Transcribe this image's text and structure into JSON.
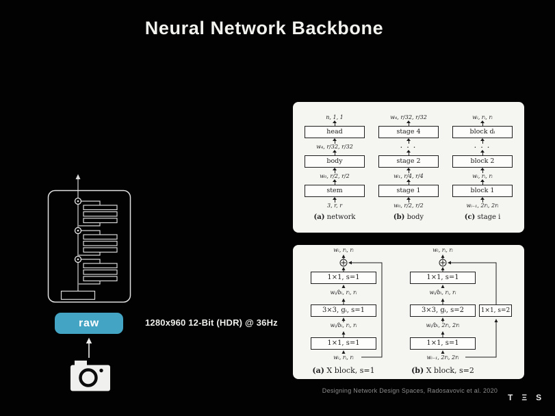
{
  "title": "Neural Network Backbone",
  "camera": {
    "raw_label": "raw",
    "spec": "1280x960 12-Bit (HDR) @ 36Hz"
  },
  "panel_top": {
    "columns": [
      {
        "top_label": "n, 1, 1",
        "box1": "head",
        "mid": "w₄, r/32, r/32",
        "box2": "body",
        "label2": "w₀, r/2, r/2",
        "box3": "stem",
        "bottom_label": "3, r, r",
        "cap_prefix": "(a)",
        "cap_text": "network"
      },
      {
        "top_label": "w₄, r/32, r/32",
        "box1": "stage 4",
        "mid": "· · ·",
        "box2": "stage 2",
        "label2": "w₁, r/4, r/4",
        "box3": "stage 1",
        "bottom_label": "w₀, r/2, r/2",
        "cap_prefix": "(b)",
        "cap_text": "body"
      },
      {
        "top_label": "wᵢ, rᵢ, rᵢ",
        "box1": "block dᵢ",
        "mid": "· · ·",
        "box2": "block 2",
        "label2": "wᵢ, rᵢ, rᵢ",
        "box3": "block 1",
        "bottom_label": "wᵢ₋₁, 2rᵢ, 2rᵢ",
        "cap_prefix": "(c)",
        "cap_text": "stage i"
      }
    ]
  },
  "panel_bottom": {
    "columns": [
      {
        "top_label": "wᵢ, rᵢ, rᵢ",
        "box1": "1×1, s=1",
        "label1": "wᵢ/bᵢ, rᵢ, rᵢ",
        "box2": "3×3, gᵢ, s=1",
        "label2": "wᵢ/bᵢ, rᵢ, rᵢ",
        "box3": "1×1, s=1",
        "bottom_label": "wᵢ, rᵢ, rᵢ",
        "cap_prefix": "(a)",
        "cap_text": "X block, s=1"
      },
      {
        "top_label": "wᵢ, rᵢ, rᵢ",
        "box1": "1×1, s=1",
        "label1": "wᵢ/bᵢ, rᵢ, rᵢ",
        "box2": "3×3, gᵢ, s=2",
        "side_box": "1×1, s=2",
        "label2": "wᵢ/bᵢ, 2rᵢ, 2rᵢ",
        "box3": "1×1, s=1",
        "bottom_label": "wᵢ₋₁, 2rᵢ, 2rᵢ",
        "cap_prefix": "(b)",
        "cap_text": "X block, s=2"
      }
    ]
  },
  "citation": "Designing Network Design Spaces, Radosavovic et al. 2020",
  "logo": {
    "t": "T",
    "e": "Ξ",
    "s": "S"
  },
  "colors": {
    "accent": "#44a4c4",
    "panel": "#f5f5f2",
    "background": "#020202"
  }
}
